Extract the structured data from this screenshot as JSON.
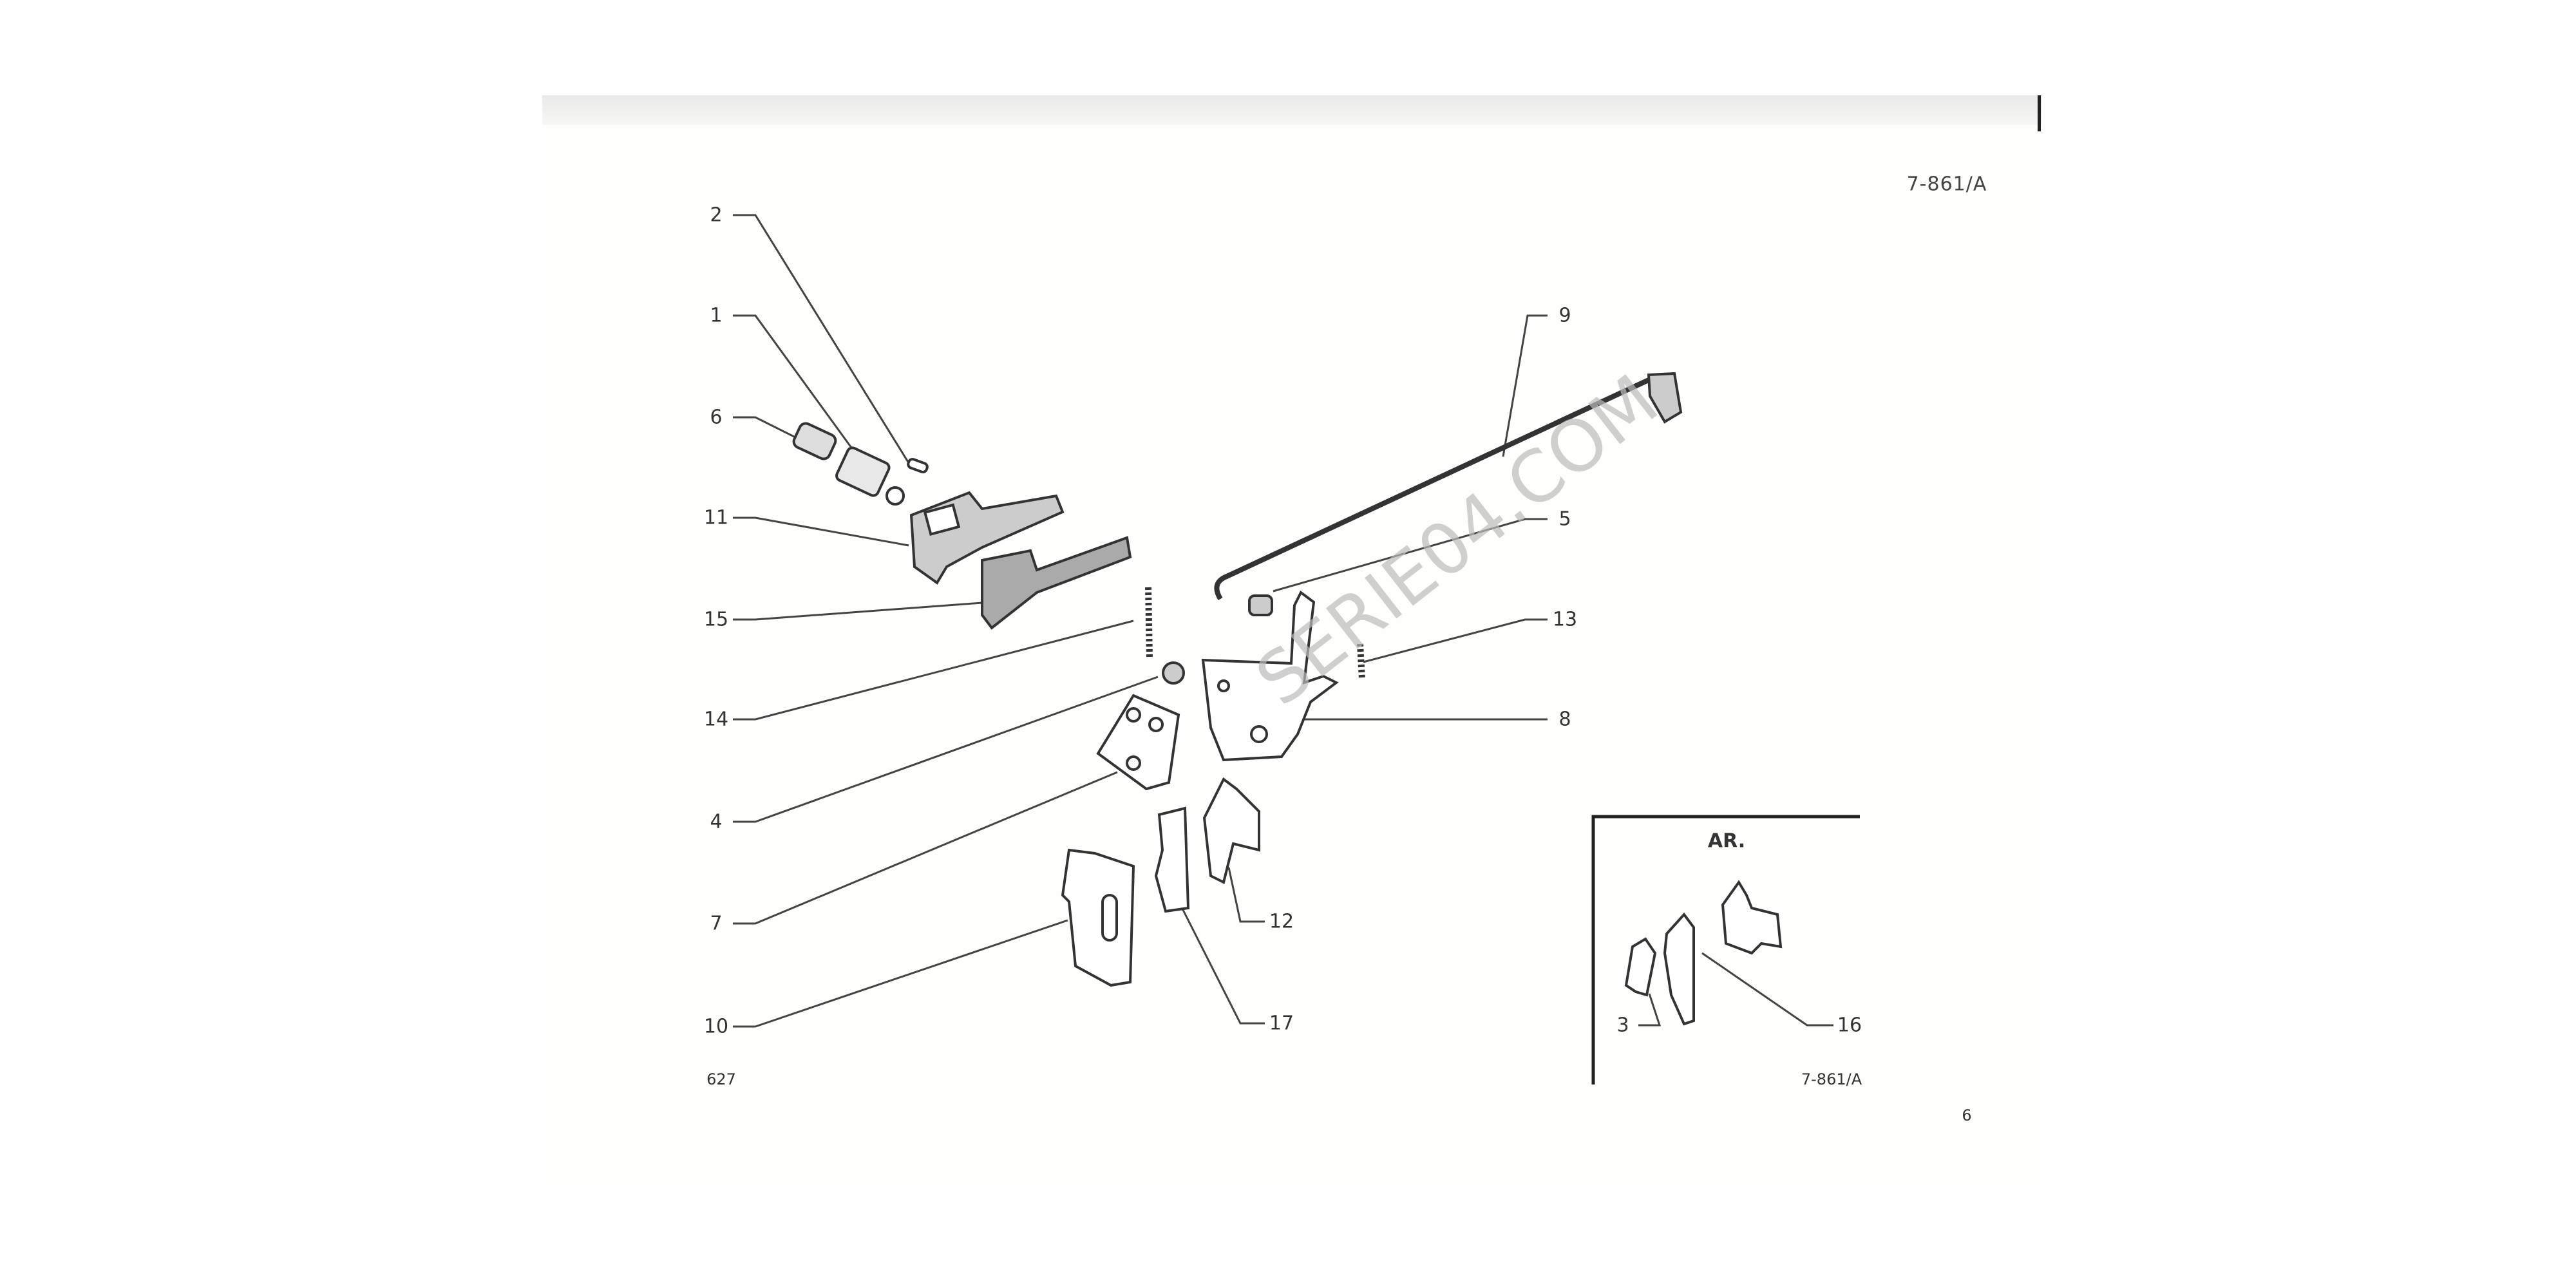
{
  "document": {
    "plate_reference": "7-861/A",
    "figure_number": "627",
    "page_number": "6",
    "watermark": "SERIE04.COM",
    "inset": {
      "title": "AR.",
      "reference": "7-861/A",
      "labels": [
        "3",
        "16"
      ]
    },
    "callouts_left": [
      "2",
      "1",
      "6",
      "11",
      "15",
      "14",
      "4",
      "7",
      "10"
    ],
    "callouts_right": [
      "9",
      "5",
      "13",
      "8",
      "12",
      "17"
    ]
  }
}
